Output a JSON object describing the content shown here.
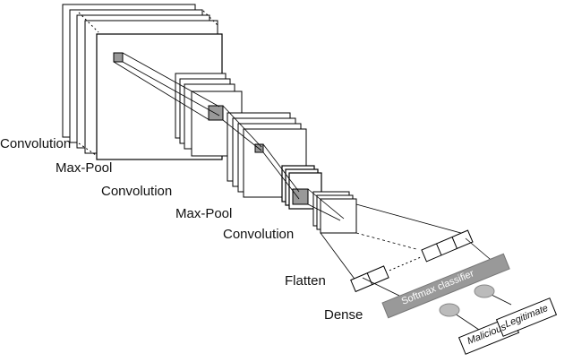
{
  "layers": {
    "conv1": "Convolution",
    "pool1": "Max-Pool",
    "conv2": "Convolution",
    "pool2": "Max-Pool",
    "conv3": "Convolution",
    "flatten": "Flatten",
    "dense": "Dense"
  },
  "classifier": {
    "title": "Softmax classifier",
    "outputs": [
      "Malicious",
      "Legitimate"
    ]
  }
}
